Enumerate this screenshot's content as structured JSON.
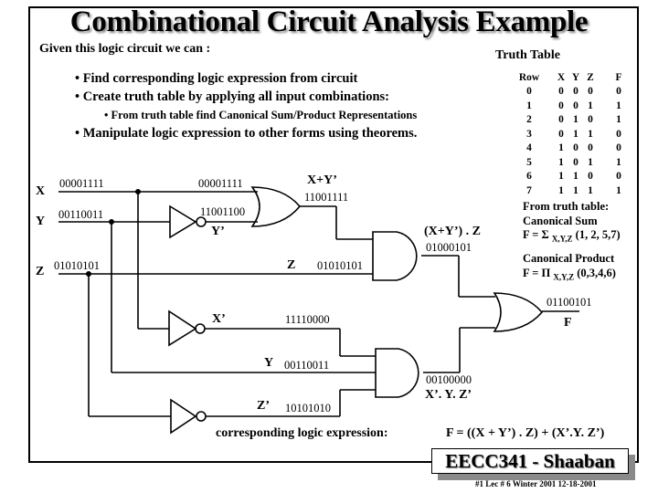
{
  "title": "Combinational Circuit Analysis Example",
  "intro": "Given this logic circuit we can :",
  "bullets": [
    "• Find corresponding logic expression from circuit",
    "• Create truth table by applying all input combinations:",
    "•  From truth table find Canonical Sum/Product  Representations",
    "• Manipulate logic expression to other forms using theorems."
  ],
  "truth_table": {
    "title": "Truth Table",
    "headers": [
      "Row",
      "X",
      "Y",
      "Z",
      "F"
    ],
    "rows": [
      [
        "0",
        "0",
        "0",
        "0",
        "0"
      ],
      [
        "1",
        "0",
        "0",
        "1",
        "1"
      ],
      [
        "2",
        "0",
        "1",
        "0",
        "1"
      ],
      [
        "3",
        "0",
        "1",
        "1",
        "0"
      ],
      [
        "4",
        "1",
        "0",
        "0",
        "0"
      ],
      [
        "5",
        "1",
        "0",
        "1",
        "1"
      ],
      [
        "6",
        "1",
        "1",
        "0",
        "0"
      ],
      [
        "7",
        "1",
        "1",
        "1",
        "1"
      ]
    ]
  },
  "canonical": {
    "heading": "From truth table:",
    "sum_label": "Canonical Sum",
    "sum_prefix": "F = Σ",
    "sum_sub": "X,Y,Z",
    "sum_terms": "(1, 2, 5,7)",
    "product_label": "Canonical Product",
    "product_prefix": "F = Π",
    "product_sub": "X,Y,Z",
    "product_terms": "(0,3,4,6)"
  },
  "circuit": {
    "inputs": {
      "x": {
        "name": "X",
        "value": "00001111"
      },
      "y": {
        "name": "Y",
        "value": "00110011"
      },
      "z": {
        "name": "Z",
        "value": "01010101"
      }
    },
    "or1_in_x": "00001111",
    "not_y": {
      "name": "Y’",
      "value": "11001100"
    },
    "or1_out": {
      "name": "X+Y’",
      "value": "11001111"
    },
    "and1_in_z": {
      "name": "Z",
      "value": "01010101"
    },
    "and1_out": {
      "name": "(X+Y’) . Z",
      "value": "01000101"
    },
    "not_x": {
      "name": "X’",
      "value": "11110000"
    },
    "and2_in_y": {
      "name": "Y",
      "value": "00110011"
    },
    "not_z": {
      "name": "Z’",
      "value": "10101010"
    },
    "and2_out": {
      "name": "X’. Y. Z’",
      "value": "00100000"
    },
    "output": {
      "name": "F",
      "value": "01100101"
    }
  },
  "expression": {
    "label": "corresponding logic expression:",
    "value": "F = ((X + Y’) . Z) + (X’.Y. Z’)"
  },
  "badge": "EECC341 - Shaaban",
  "footer": "#1   Lec # 6   Winter 2001  12-18-2001"
}
